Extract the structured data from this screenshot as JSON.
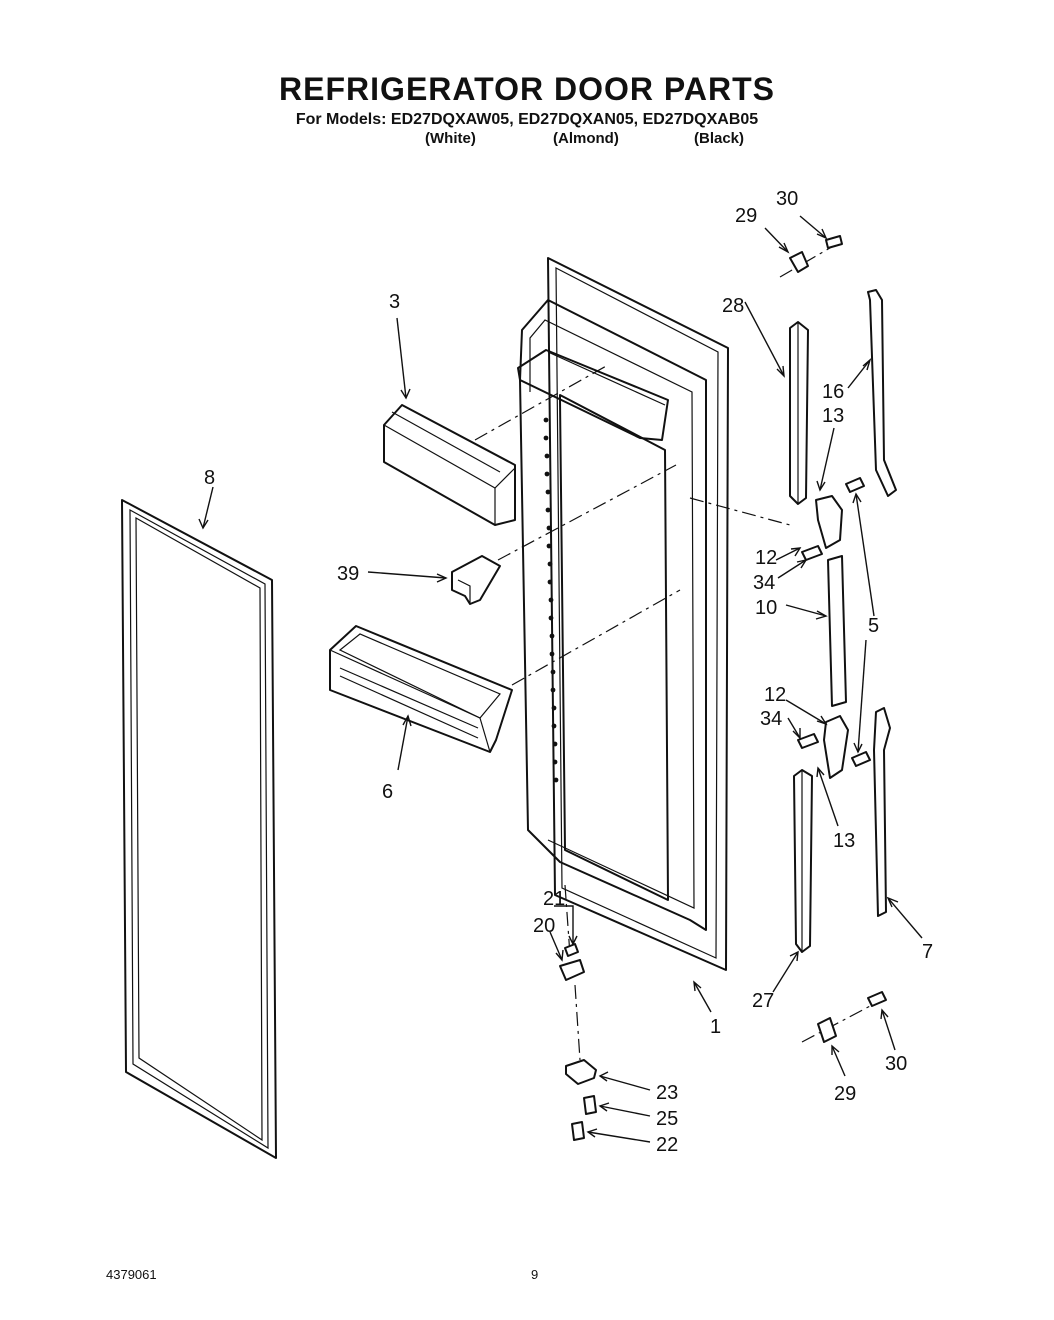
{
  "title": "REFRIGERATOR DOOR PARTS",
  "models_line": "For Models: ED27DQXAW05, ED27DQXAN05, ED27DQXAB05",
  "variants": [
    "(White)",
    "(Almond)",
    "(Black)"
  ],
  "callouts": [
    "30",
    "29",
    "28",
    "16",
    "13",
    "3",
    "8",
    "12",
    "34",
    "39",
    "10",
    "5",
    "12",
    "34",
    "6",
    "13",
    "7",
    "21",
    "20",
    "1",
    "27",
    "30",
    "23",
    "25",
    "29",
    "22"
  ],
  "doc_number": "4379061",
  "page_number": "9"
}
